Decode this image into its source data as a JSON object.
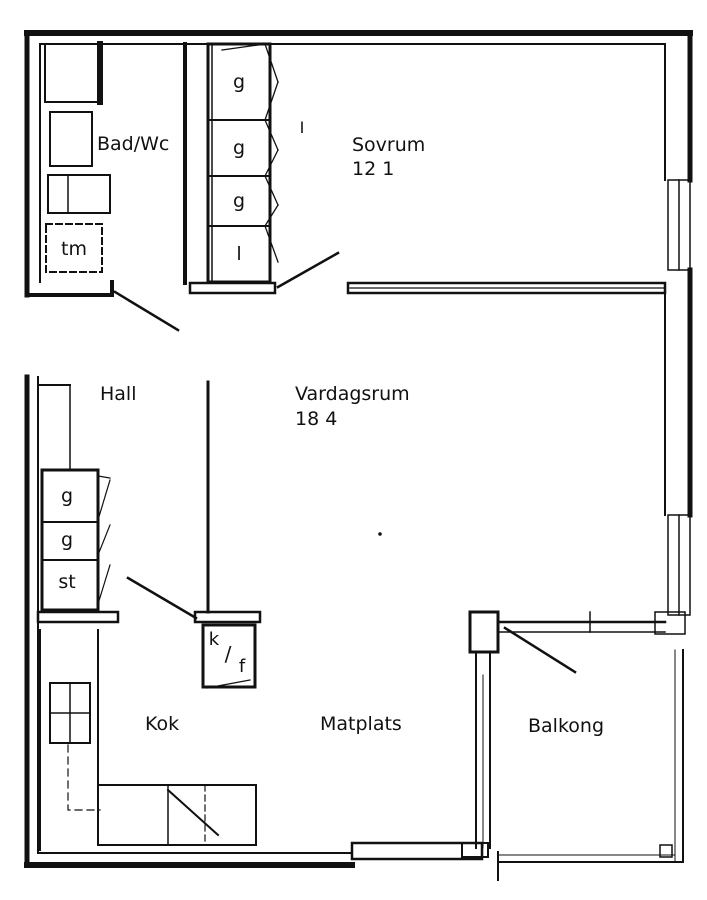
{
  "floorplan": {
    "rooms": [
      {
        "id": "bath",
        "label": "Bad/Wc",
        "area": ""
      },
      {
        "id": "bedroom",
        "label": "Sovrum",
        "area": "12 1"
      },
      {
        "id": "hall",
        "label": "Hall",
        "area": ""
      },
      {
        "id": "living",
        "label": "Vardagsrum",
        "area": "18 4"
      },
      {
        "id": "kitchen",
        "label": "Kok",
        "area": ""
      },
      {
        "id": "dining",
        "label": "Matplats",
        "area": ""
      },
      {
        "id": "balcony",
        "label": "Balkong",
        "area": ""
      }
    ],
    "fixtures": {
      "washer": "tm",
      "wardrobes_bedroom": [
        "g",
        "g",
        "g",
        "l"
      ],
      "wardrobes_hall": [
        "g",
        "g",
        "st"
      ],
      "fridge_freezer": [
        "k",
        "/",
        "f"
      ],
      "mark": "I"
    },
    "colors": {
      "ink": "#111111",
      "paper": "#ffffff"
    }
  }
}
